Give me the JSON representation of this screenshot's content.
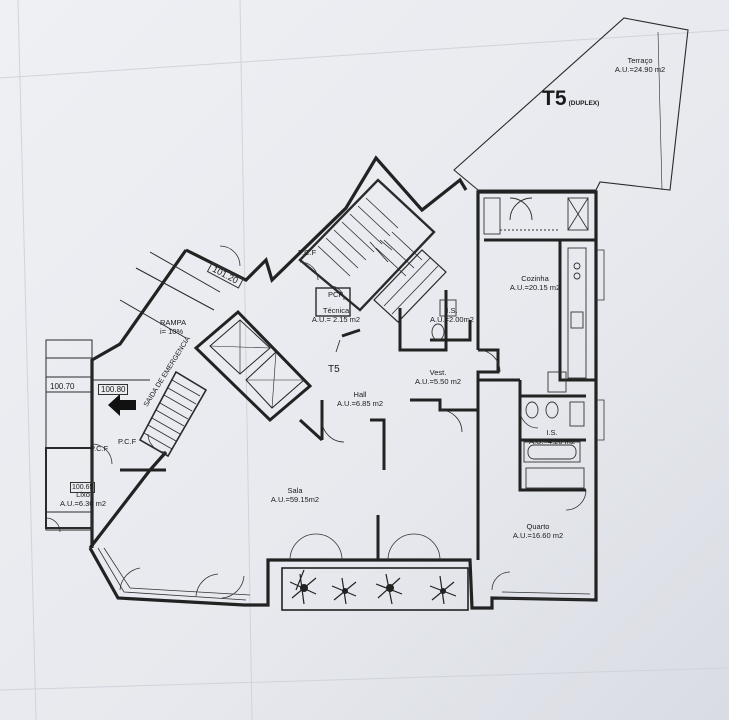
{
  "plan": {
    "unit_code": "T5",
    "unit_note": "(DUPLEX)",
    "rooms": {
      "terraco": {
        "name": "Terraço",
        "area": "A.U.=24.90 m2"
      },
      "cozinha": {
        "name": "Cozinha",
        "area": "A.U.=20.15 m2"
      },
      "tecnica": {
        "name": "Técnica",
        "area": "A.U.= 2.15 m2"
      },
      "is1": {
        "name": "I.S.",
        "area": "A.U.=2.00m2"
      },
      "vest": {
        "name": "Vest.",
        "area": "A.U.=5.50 m2"
      },
      "hall": {
        "name": "Hall",
        "area": "A.U.=6.85 m2"
      },
      "is2": {
        "name": "I.S.",
        "area": "A.U.=4.20 m2"
      },
      "sala": {
        "name": "Sala",
        "area": "A.U.=59.15m2"
      },
      "quarto": {
        "name": "Quarto",
        "area": "A.U.=16.60 m2"
      },
      "lixo": {
        "name": "Lixo",
        "area": "A.U.=6.30 m2"
      }
    },
    "labels": {
      "rampa": "RAMPA",
      "slope": "i= 10%",
      "exit": "SAIDA DE EMERGENCIA",
      "pcf_top": "P.C.F",
      "pcf_tec": "PCF",
      "pcf_left": "P.C.F",
      "pcf_lixo": "P.C.F",
      "t5_mark": "T5"
    },
    "levels": {
      "ramp_top": "101.20",
      "left_a": "100.70",
      "left_b": "100.80",
      "lixo": "100.65"
    }
  }
}
